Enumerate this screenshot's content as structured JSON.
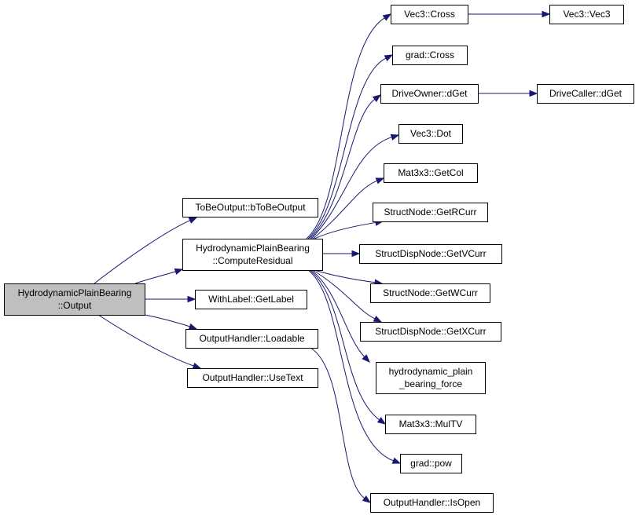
{
  "graph": {
    "nodes": [
      {
        "id": "hpb_output",
        "lines": [
          "HydrodynamicPlainBearing",
          "::Output"
        ],
        "root": true
      },
      {
        "id": "tobe_output",
        "lines": [
          "ToBeOutput::bToBeOutput"
        ]
      },
      {
        "id": "compute_residual",
        "lines": [
          "HydrodynamicPlainBearing",
          "::ComputeResidual"
        ]
      },
      {
        "id": "get_label",
        "lines": [
          "WithLabel::GetLabel"
        ]
      },
      {
        "id": "loadable",
        "lines": [
          "OutputHandler::Loadable"
        ]
      },
      {
        "id": "use_text",
        "lines": [
          "OutputHandler::UseText"
        ]
      },
      {
        "id": "vec3_cross",
        "lines": [
          "Vec3::Cross"
        ]
      },
      {
        "id": "vec3_vec3",
        "lines": [
          "Vec3::Vec3"
        ]
      },
      {
        "id": "grad_cross",
        "lines": [
          "grad::Cross"
        ]
      },
      {
        "id": "driveowner_dget",
        "lines": [
          "DriveOwner::dGet"
        ]
      },
      {
        "id": "drivecaller_dget",
        "lines": [
          "DriveCaller::dGet"
        ]
      },
      {
        "id": "vec3_dot",
        "lines": [
          "Vec3::Dot"
        ]
      },
      {
        "id": "mat3x3_getcol",
        "lines": [
          "Mat3x3::GetCol"
        ]
      },
      {
        "id": "structnode_getrcurr",
        "lines": [
          "StructNode::GetRCurr"
        ]
      },
      {
        "id": "structdispnode_getvcurr",
        "lines": [
          "StructDispNode::GetVCurr"
        ]
      },
      {
        "id": "structnode_getwcurr",
        "lines": [
          "StructNode::GetWCurr"
        ]
      },
      {
        "id": "structdispnode_getxcurr",
        "lines": [
          "StructDispNode::GetXCurr"
        ]
      },
      {
        "id": "hpb_force",
        "lines": [
          "hydrodynamic_plain",
          "_bearing_force"
        ]
      },
      {
        "id": "mat3x3_multv",
        "lines": [
          "Mat3x3::MulTV"
        ]
      },
      {
        "id": "grad_pow",
        "lines": [
          "grad::pow"
        ]
      },
      {
        "id": "outputhandler_isopen",
        "lines": [
          "OutputHandler::IsOpen"
        ]
      }
    ],
    "edges": [
      {
        "from": "hpb_output",
        "to": "tobe_output"
      },
      {
        "from": "hpb_output",
        "to": "compute_residual"
      },
      {
        "from": "hpb_output",
        "to": "get_label"
      },
      {
        "from": "hpb_output",
        "to": "loadable"
      },
      {
        "from": "hpb_output",
        "to": "use_text"
      },
      {
        "from": "compute_residual",
        "to": "vec3_cross"
      },
      {
        "from": "compute_residual",
        "to": "grad_cross"
      },
      {
        "from": "compute_residual",
        "to": "driveowner_dget"
      },
      {
        "from": "compute_residual",
        "to": "vec3_dot"
      },
      {
        "from": "compute_residual",
        "to": "mat3x3_getcol"
      },
      {
        "from": "compute_residual",
        "to": "structnode_getrcurr"
      },
      {
        "from": "compute_residual",
        "to": "structdispnode_getvcurr"
      },
      {
        "from": "compute_residual",
        "to": "structnode_getwcurr"
      },
      {
        "from": "compute_residual",
        "to": "structdispnode_getxcurr"
      },
      {
        "from": "compute_residual",
        "to": "hpb_force"
      },
      {
        "from": "compute_residual",
        "to": "mat3x3_multv"
      },
      {
        "from": "compute_residual",
        "to": "grad_pow"
      },
      {
        "from": "vec3_cross",
        "to": "vec3_vec3"
      },
      {
        "from": "driveowner_dget",
        "to": "drivecaller_dget"
      },
      {
        "from": "loadable",
        "to": "outputhandler_isopen"
      }
    ],
    "colors": {
      "edge": "#191970",
      "root_fill": "#bfbfbf",
      "node_fill": "#ffffff",
      "border": "#000000"
    }
  }
}
